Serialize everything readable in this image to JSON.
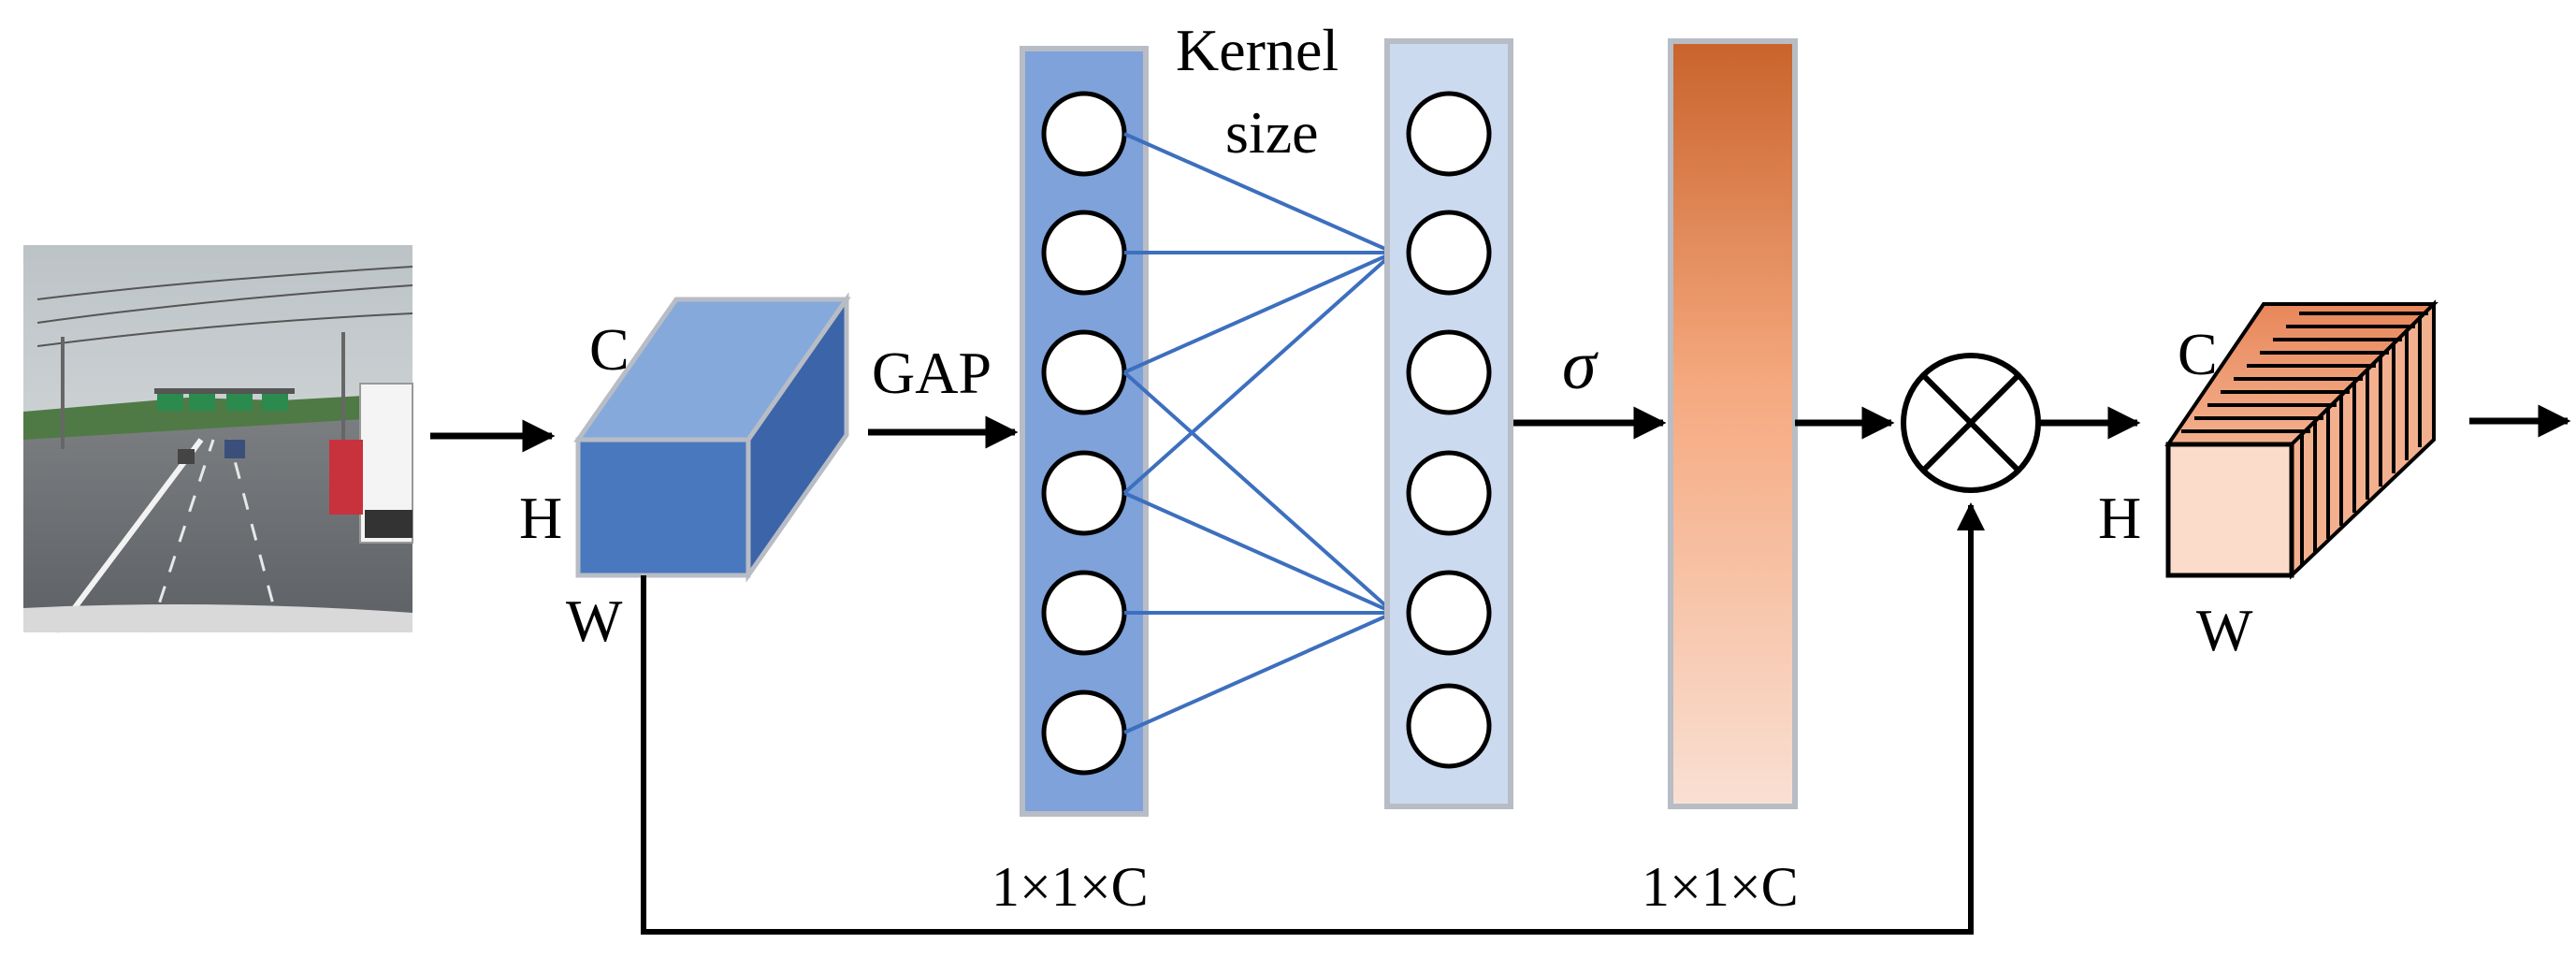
{
  "labels": {
    "input_C": "C",
    "input_H": "H",
    "input_W": "W",
    "gap": "GAP",
    "kernel_line1": "Kernel",
    "kernel_line2": "size",
    "sigma": "σ",
    "dim_left": "1×1×C",
    "dim_right": "1×1×C",
    "output_C": "C",
    "output_H": "H",
    "output_W": "W"
  },
  "colors": {
    "cube_front": "#4a78bf",
    "cube_top": "#86a9dc",
    "cube_side": "#3c64a8",
    "column_left": "#7ea2d9",
    "column_right": "#ccdaf0",
    "connection_line": "#3d6fbf",
    "bar_top": "#c9632c",
    "bar_mid": "#f5a97f",
    "bar_bottom": "#f9e0d3",
    "out_front": "#fbdcca",
    "out_slice_top": "#e8875a",
    "out_slice_bottom": "#f3b08e",
    "arrow": "#000000"
  },
  "icons": {
    "input_image": "road-photo-icon",
    "multiply": "multiply-circle-icon"
  }
}
